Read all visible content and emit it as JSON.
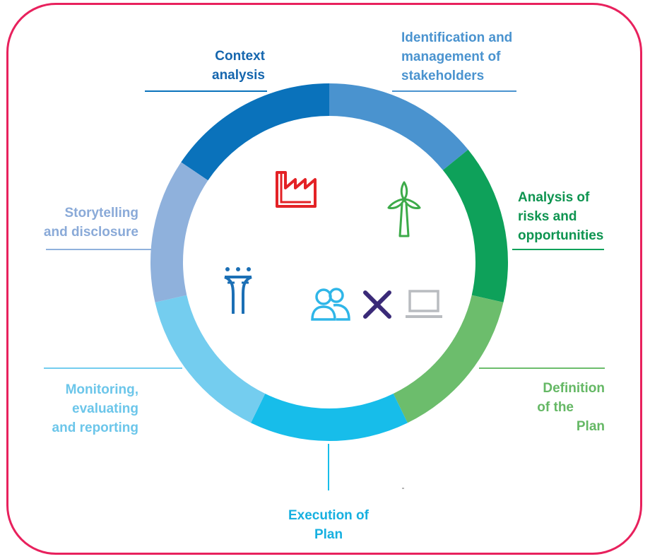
{
  "stages": [
    {
      "id": "context",
      "lines": [
        "Context",
        "analysis"
      ],
      "color": "#0a72bb"
    },
    {
      "id": "stakeholders",
      "lines": [
        "Identification and",
        "management of",
        "stakeholders"
      ],
      "color": "#4a93cf"
    },
    {
      "id": "risks",
      "lines": [
        "Analysis of",
        "risks and",
        "opportunities"
      ],
      "color": "#0ea15a"
    },
    {
      "id": "definition",
      "lines": [
        "Definition",
        "of the",
        "Plan"
      ],
      "color": "#6cbd6c"
    },
    {
      "id": "execution",
      "lines": [
        "Execution of",
        "Plan"
      ],
      "color": "#17bdea"
    },
    {
      "id": "monitoring",
      "lines": [
        "Monitoring,",
        "evaluating",
        "and reporting"
      ],
      "color": "#74cdef"
    },
    {
      "id": "storytelling",
      "lines": [
        "Storytelling",
        "and disclosure"
      ],
      "color": "#8fb1dc"
    }
  ],
  "icons": [
    {
      "name": "factory-icon",
      "color": "#e32226"
    },
    {
      "name": "wind-turbine-icon",
      "color": "#3dab4a"
    },
    {
      "name": "transmission-tower-icon",
      "color": "#1b6fb5"
    },
    {
      "name": "people-icon",
      "color": "#2fb6e8"
    },
    {
      "name": "cross-icon",
      "color": "#3a2a78"
    },
    {
      "name": "laptop-icon",
      "color": "#b9bcc0"
    }
  ]
}
